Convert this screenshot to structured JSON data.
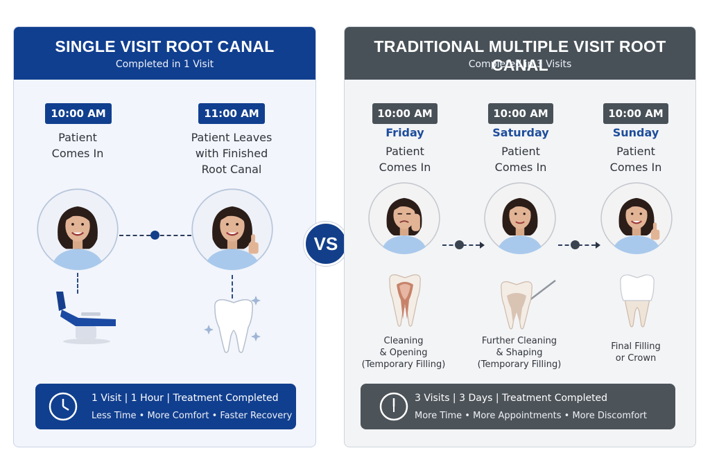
{
  "single": {
    "title": "SINGLE VISIT ROOT CANAL",
    "subtitle": "Completed in 1 Visit",
    "steps": [
      {
        "time": "10:00 AM",
        "caption_lines": [
          "Patient",
          "Comes In"
        ]
      },
      {
        "time": "11:00 AM",
        "caption_lines": [
          "Patient Leaves",
          "with Finished",
          "Root Canal"
        ]
      }
    ],
    "summary": {
      "line1": "1 Visit  |  1 Hour  |  Treatment Completed",
      "line2": "Less Time  •  More Comfort  •  Faster Recovery"
    }
  },
  "vs": "VS",
  "traditional": {
    "title": "TRADITIONAL MULTIPLE VISIT ROOT CANAL",
    "subtitle": "Completed in 3 Visits",
    "steps": [
      {
        "time": "10:00 AM",
        "day": "Friday",
        "caption_lines": [
          "Patient",
          "Comes In"
        ],
        "tooth_lines": [
          "Cleaning",
          "& Opening",
          "(Temporary Filling)"
        ]
      },
      {
        "time": "10:00 AM",
        "day": "Saturday",
        "caption_lines": [
          "Patient",
          "Comes In"
        ],
        "tooth_lines": [
          "Further Cleaning",
          "& Shaping",
          "(Temporary Filling)"
        ]
      },
      {
        "time": "10:00 AM",
        "day": "Sunday",
        "caption_lines": [
          "Patient",
          "Comes In"
        ],
        "tooth_lines": [
          "Final Filling",
          "or Crown"
        ]
      }
    ],
    "summary": {
      "line1": "3 Visits  |  3 Days  |  Treatment Completed",
      "line2": "More Time  •  More Appointments  •  More Discomfort"
    }
  },
  "colors": {
    "single_primary": "#113f8f",
    "traditional_primary": "#495158",
    "day_label": "#1d4d9c",
    "shirt": "#a9c9ec",
    "hair": "#2b1d18"
  }
}
